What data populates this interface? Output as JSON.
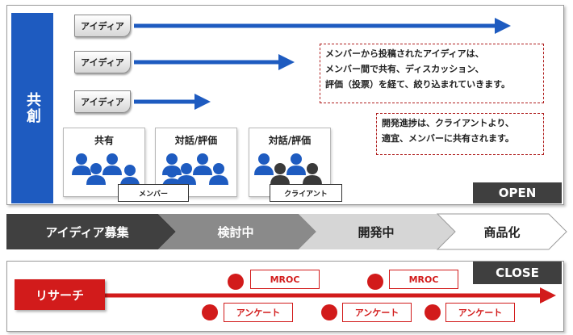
{
  "collab": {
    "label": "共創",
    "idea_tags": [
      "アイディア",
      "アイディア",
      "アイディア"
    ],
    "note1_lines": [
      "メンバーから投稿されたアイディアは、",
      "メンバー間で共有、ディスカッション、",
      "評価（投票）を経て、絞り込まれていきます。"
    ],
    "note2_lines": [
      "開発進捗は、クライアントより、",
      "適宜、メンバーに共有されます。"
    ],
    "groups": [
      {
        "title": "共有"
      },
      {
        "title": "対話/評価"
      },
      {
        "title": "対話/評価"
      }
    ],
    "role_member": "メンバー",
    "role_client": "クライアント",
    "open": "OPEN"
  },
  "phases": [
    "アイディア募集",
    "検討中",
    "開発中",
    "商品化"
  ],
  "research": {
    "close": "CLOSE",
    "label": "リサーチ",
    "mroc": [
      "MROC",
      "MROC"
    ],
    "survey": [
      "アンケート",
      "アンケート",
      "アンケート"
    ]
  },
  "colors": {
    "blue": "#1e5bc0",
    "red": "#d21b1b",
    "dark": "#3f3f3f"
  }
}
